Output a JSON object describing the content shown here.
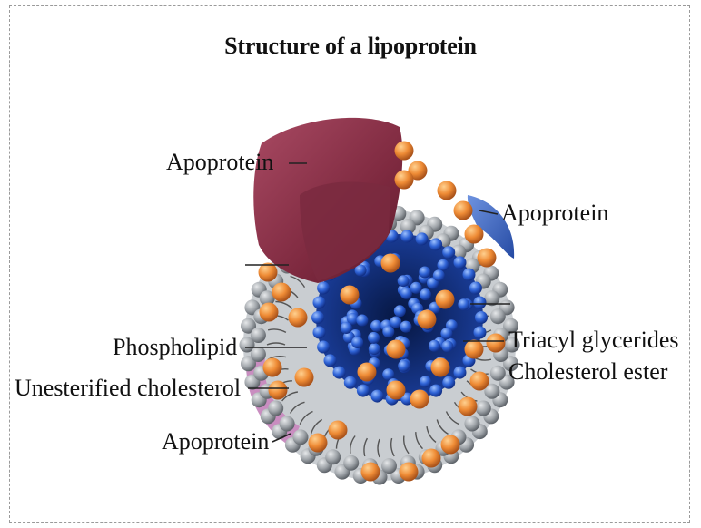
{
  "title": "Structure of a lipoprotein",
  "labels": {
    "apoprotein_top": "Apoprotein",
    "apoprotein_right": "Apoprotein",
    "apoprotein_bottom": "Apoprotein",
    "phospholipid": "Phospholipid",
    "unesterified_cholesterol": "Unesterified cholesterol",
    "triacyl_glycerides": "Triacyl glycerides",
    "cholesterol_ester": "Cholesterol ester"
  },
  "colors": {
    "apoprotein_top": "#8b2f47",
    "apoprotein_right": "#3a63b8",
    "apoprotein_bottom": "#c98dc0",
    "phospholipid_head": "#9aa0a6",
    "cholesterol": "#e8802c",
    "core": "#0d2a7a",
    "core_sphere": "#2f63d6"
  }
}
